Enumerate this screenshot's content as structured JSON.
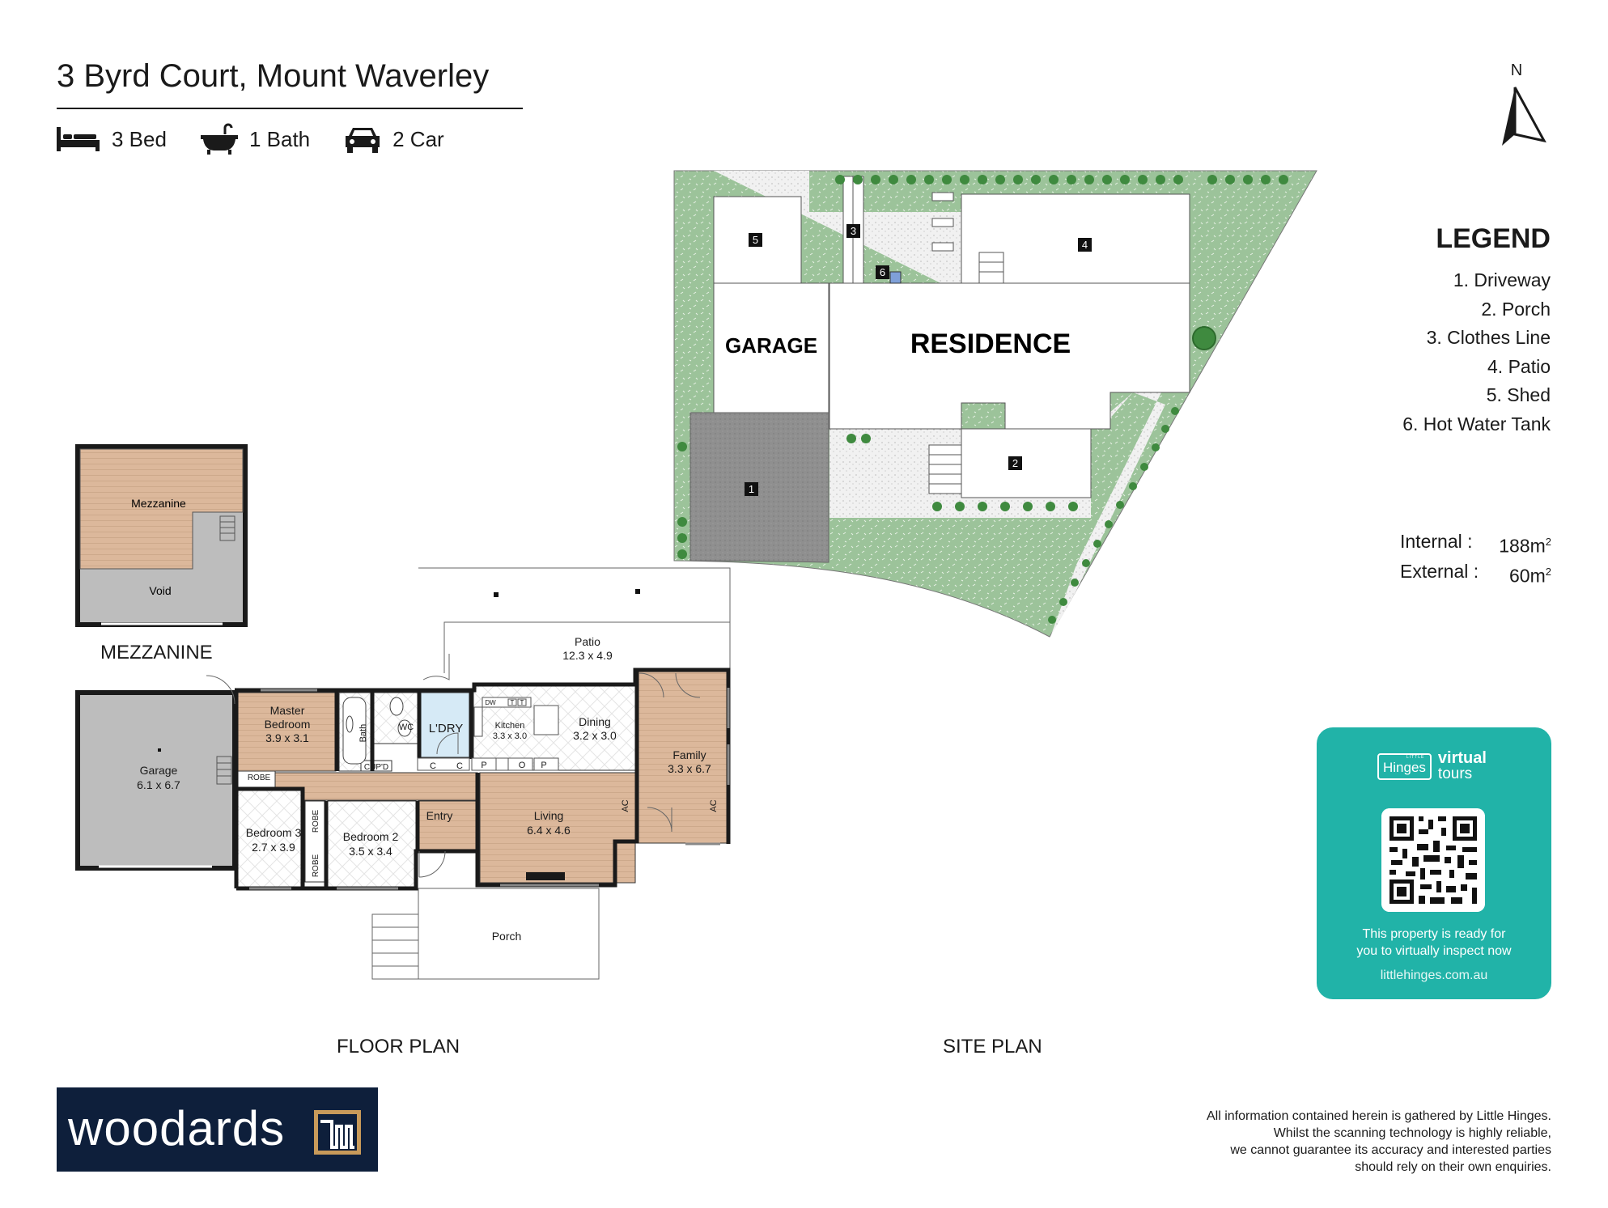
{
  "header": {
    "address": "3 Byrd Court, Mount Waverley",
    "features": [
      {
        "icon": "bed-icon",
        "label": "3 Bed"
      },
      {
        "icon": "bath-icon",
        "label": "1 Bath"
      },
      {
        "icon": "car-icon",
        "label": "2 Car"
      }
    ]
  },
  "north": {
    "label": "N"
  },
  "legend": {
    "title": "LEGEND",
    "items": [
      "1. Driveway",
      "2. Porch",
      "3. Clothes Line",
      "4. Patio",
      "5. Shed",
      "6. Hot Water Tank"
    ]
  },
  "areas": {
    "internal_label": "Internal  :",
    "internal_value": "188m",
    "external_label": "External :",
    "external_value": "60m",
    "unit_sup": "2"
  },
  "site_plan": {
    "garage": "GARAGE",
    "residence": "RESIDENCE",
    "markers": [
      "1",
      "2",
      "3",
      "4",
      "5",
      "6"
    ],
    "caption": "SITE PLAN"
  },
  "mezzanine": {
    "room": "Mezzanine",
    "void": "Void",
    "caption": "MEZZANINE"
  },
  "floor_plan": {
    "caption": "FLOOR PLAN",
    "rooms": {
      "garage_name": "Garage",
      "garage_dim": "6.1 x 6.7",
      "master_name_1": "Master",
      "master_name_2": "Bedroom",
      "master_dim": "3.9 x 3.1",
      "bath": "Bath",
      "wc": "WC",
      "laundry": "L'DRY",
      "cupd": "CUP'D",
      "kitchen_name": "Kitchen",
      "kitchen_dim": "3.3 x 3.0",
      "dining_name": "Dining",
      "dining_dim": "3.2 x 3.0",
      "patio_name": "Patio",
      "patio_dim": "12.3 x 4.9",
      "family_name": "Family",
      "family_dim": "3.3 x 6.7",
      "robe": "ROBE",
      "bed3_name": "Bedroom 3",
      "bed3_dim": "2.7 x 3.9",
      "bed2_name": "Bedroom 2",
      "bed2_dim": "3.5 x 3.4",
      "entry": "Entry",
      "living_name": "Living",
      "living_dim": "6.4 x 4.6",
      "porch": "Porch",
      "ac": "AC",
      "c": "C",
      "p": "P",
      "o": "O",
      "dw": "DW",
      "t": "T"
    }
  },
  "virtual_tour": {
    "brand_small": "LITTLE",
    "brand": "Hinges",
    "virtual": "virtual",
    "tours": "tours",
    "line1": "This property is ready for",
    "line2": "you to virtually inspect now",
    "url": "littlehinges.com.au"
  },
  "agency": {
    "name": "woodards"
  },
  "disclaimer": [
    "All information contained herein is gathered by Little Hinges.",
    "Whilst the scanning technology is highly reliable,",
    "we cannot guarantee its accuracy and interested parties",
    "should rely on their own enquiries."
  ],
  "colors": {
    "lawn": "#9cc39a",
    "timber": "#dcb89b",
    "concrete": "#bdbdbd",
    "tile": "#d6eaf6",
    "brand_teal": "#21b3a8",
    "agency_navy": "#0e1f3b"
  }
}
